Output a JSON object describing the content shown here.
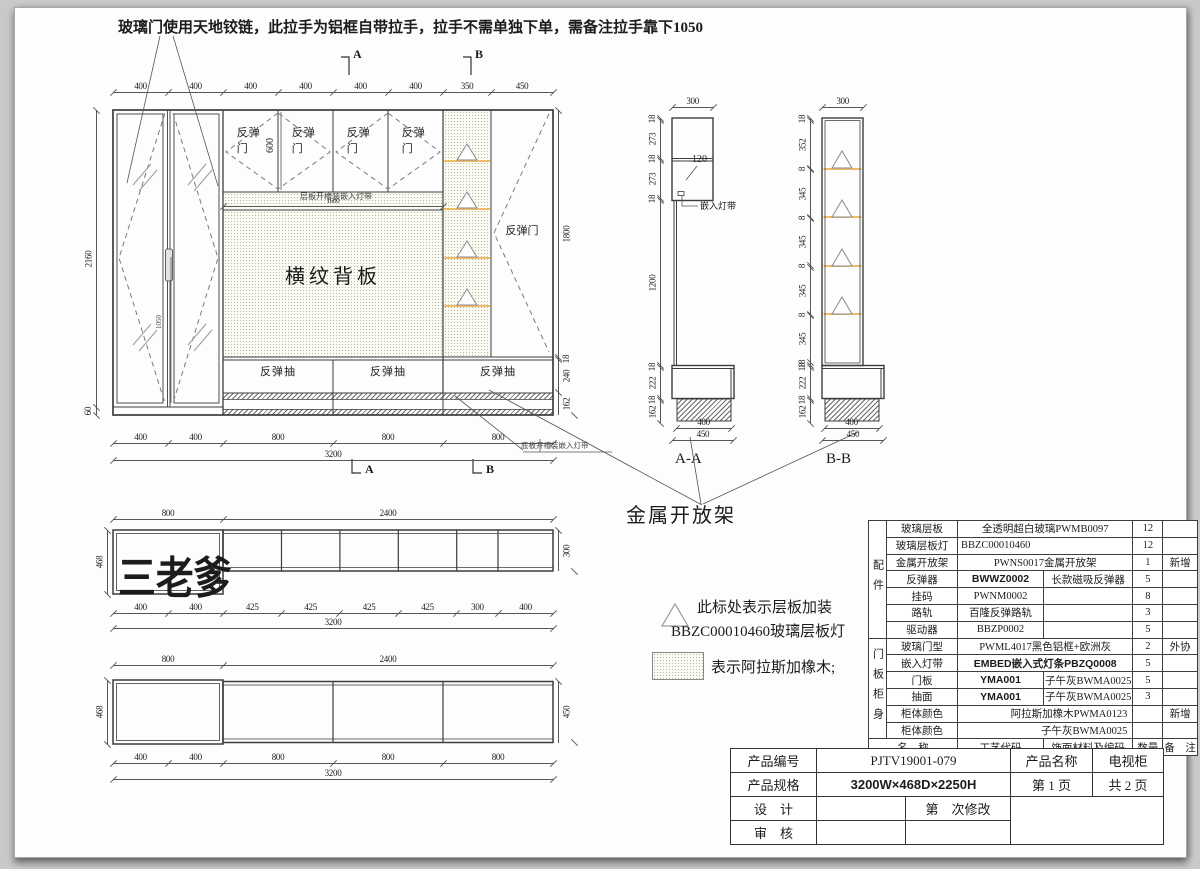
{
  "page": {
    "top_note": "玻璃门使用天地铰链，此拉手为铝框自带拉手，拉手不需单独下单，需备注拉手靠下1050",
    "watermark": "三老爹",
    "accent_orange": "#f1bc6a",
    "line_color": "#3d3d3d"
  },
  "elevation": {
    "dims_top": [
      400,
      400,
      400,
      400,
      400,
      400,
      350,
      450
    ],
    "dims_bottom": [
      400,
      400,
      800,
      800,
      800
    ],
    "dim_total": [
      3200
    ],
    "dims_left": [
      2160,
      60
    ],
    "dims_right": [
      1800,
      18,
      240,
      162
    ],
    "dim_door_h": "600",
    "dim_glass_handle": "1050",
    "dim_strip": [
      1600
    ],
    "strip_note": "层板开槽装嵌入灯带",
    "base_note": "底板开槽装嵌入灯带",
    "door_labels": [
      "反弹门",
      "反弹门",
      "反弹门",
      "反弹门"
    ],
    "right_door_label": "反弹门",
    "back_panel_label": "横纹背板",
    "drawer_labels": [
      "反弹抽",
      "反弹抽",
      "反弹抽"
    ],
    "section_a": "A",
    "section_b": "B"
  },
  "section_aa": {
    "label": "A-A",
    "dim_top": [
      300
    ],
    "dims_left": [
      18,
      273,
      18,
      273,
      18,
      1200,
      18,
      222,
      18,
      162
    ],
    "dim_400": [
      400
    ],
    "dim_450": [
      450
    ],
    "dim_120": "120",
    "note": "嵌入灯带"
  },
  "section_bb": {
    "label": "B-B",
    "dim_top": [
      300
    ],
    "dims_left": [
      18,
      352,
      8,
      345,
      8,
      345,
      8,
      345,
      8,
      345,
      18,
      18,
      222,
      18,
      162
    ],
    "dim_400": [
      400
    ],
    "dim_450": [
      450
    ]
  },
  "callouts": {
    "metal_shelf": "金属开放架"
  },
  "legend": {
    "tri_line1": "此标处表示层板加装",
    "tri_line2": "BBZC00010460玻璃层板灯",
    "oak_note": "表示阿拉斯加橡木;"
  },
  "plan1": {
    "dims_top": [
      800,
      2400
    ],
    "dim_left": [
      468
    ],
    "dim_right": [
      300
    ],
    "dims_bottom": [
      400,
      400,
      425,
      425,
      425,
      425,
      300,
      400
    ],
    "dim_total": [
      3200
    ]
  },
  "plan2": {
    "dims_top": [
      800,
      2400
    ],
    "dim_left": [
      468
    ],
    "dim_right": [
      450
    ],
    "dims_bottom": [
      400,
      400,
      800,
      800,
      800
    ],
    "dim_total": [
      3200
    ]
  },
  "parts_table": {
    "rows": [
      {
        "g": "配件",
        "gspan": 7,
        "cells": [
          [
            "玻璃层板",
            1
          ],
          [
            "全透明超白玻璃PWMB0097",
            2
          ],
          [
            "12",
            1
          ],
          [
            "",
            1
          ]
        ]
      },
      {
        "cells": [
          [
            "玻璃层板灯",
            1
          ],
          [
            "BBZC00010460",
            2,
            "l"
          ],
          [
            "12",
            1
          ],
          [
            "",
            1
          ]
        ]
      },
      {
        "cells": [
          [
            "金属开放架",
            1
          ],
          [
            "PWNS0017金属开放架",
            2
          ],
          [
            "1",
            1
          ],
          [
            "新增",
            1
          ]
        ]
      },
      {
        "cells": [
          [
            "反弹器",
            1
          ],
          [
            "BWWZ0002",
            1,
            "b"
          ],
          [
            "长款磁吸反弹器",
            1
          ],
          [
            "5",
            1
          ],
          [
            "",
            1
          ]
        ]
      },
      {
        "cells": [
          [
            "挂码",
            1
          ],
          [
            "PWNM0002",
            1
          ],
          [
            "",
            1
          ],
          [
            "8",
            1
          ],
          [
            "",
            1
          ]
        ]
      },
      {
        "cells": [
          [
            "路轨",
            1
          ],
          [
            "百隆反弹路轨",
            1
          ],
          [
            "",
            1
          ],
          [
            "3",
            1
          ],
          [
            "",
            1
          ]
        ]
      },
      {
        "cells": [
          [
            "驱动器",
            1
          ],
          [
            "BBZP0002",
            1
          ],
          [
            "",
            1
          ],
          [
            "5",
            1
          ],
          [
            "",
            1
          ]
        ]
      },
      {
        "g": "门板柜身",
        "gspan": 6,
        "cells": [
          [
            "玻璃门型",
            1
          ],
          [
            "PWML4017黑色铝框+欧洲灰",
            2
          ],
          [
            "2",
            1
          ],
          [
            "外协",
            1
          ]
        ]
      },
      {
        "cells": [
          [
            "嵌入灯带",
            1
          ],
          [
            "EMBED嵌入式灯条PBZQ0008",
            2,
            "b"
          ],
          [
            "5",
            1
          ],
          [
            "",
            1
          ]
        ]
      },
      {
        "cells": [
          [
            "门板",
            1
          ],
          [
            "YMA001",
            1,
            "b"
          ],
          [
            "子午灰BWMA0025",
            1
          ],
          [
            "5",
            1
          ],
          [
            "",
            1
          ]
        ]
      },
      {
        "cells": [
          [
            "抽面",
            1
          ],
          [
            "YMA001",
            1,
            "b"
          ],
          [
            "子午灰BWMA0025",
            1
          ],
          [
            "3",
            1
          ],
          [
            "",
            1
          ]
        ]
      },
      {
        "cells": [
          [
            "柜体颜色",
            1
          ],
          [
            "阿拉斯加橡木PWMA0123",
            2,
            "r"
          ],
          [
            "",
            1
          ],
          [
            "新增",
            1
          ]
        ]
      },
      {
        "cells": [
          [
            "柜体颜色",
            1
          ],
          [
            "子午灰BWMA0025",
            2,
            "r"
          ],
          [
            "",
            1
          ],
          [
            "",
            1
          ]
        ]
      },
      {
        "header": true,
        "cells": [
          [
            "名　称",
            2
          ],
          [
            "工艺代码",
            1
          ],
          [
            "饰面材料及编码",
            1
          ],
          [
            "数量",
            1
          ],
          [
            "备　注",
            1
          ]
        ]
      }
    ]
  },
  "title_block": {
    "r1": [
      "产品编号",
      "PJTV19001-079",
      "产品名称",
      "电视柜"
    ],
    "r2": [
      "产品规格",
      "3200W×468D×2250H",
      "第 1 页",
      "共 2 页"
    ],
    "r3": [
      "设　计",
      "",
      "第　次修改"
    ],
    "r4": [
      "审　核",
      "",
      ""
    ]
  }
}
